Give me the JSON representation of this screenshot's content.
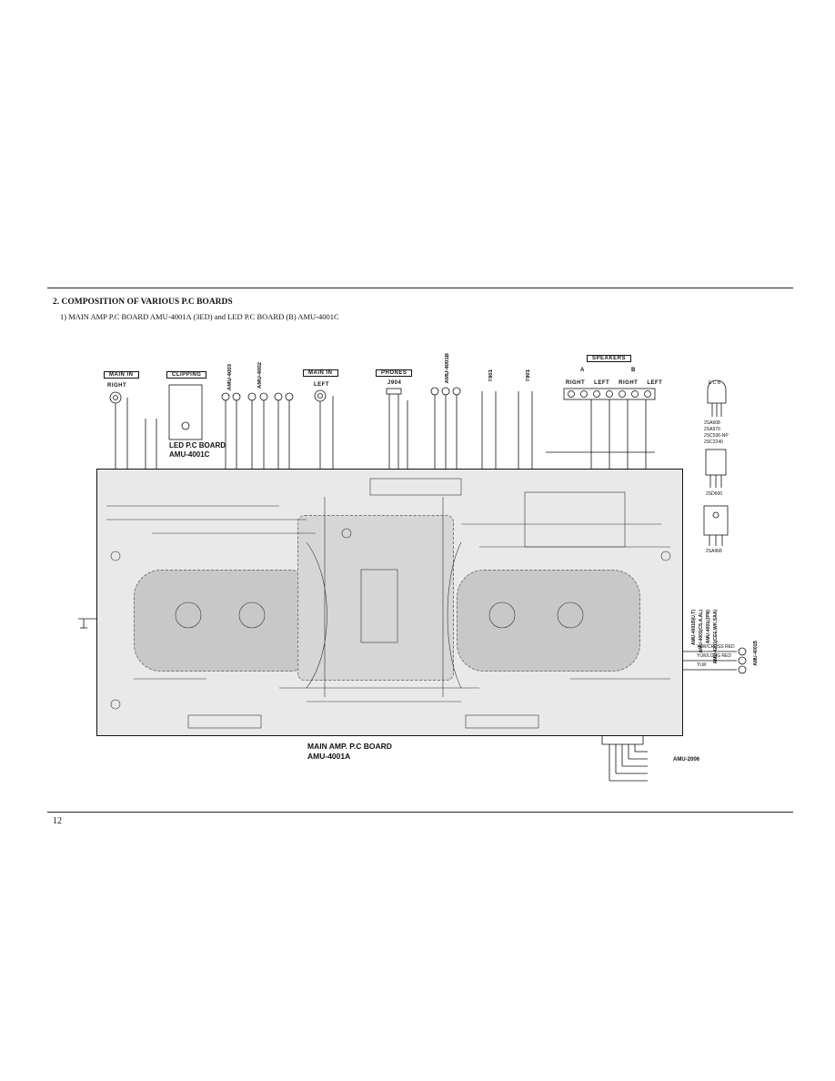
{
  "section": {
    "title": "2. COMPOSITION OF VARIOUS P.C BOARDS",
    "subtitle": "1) MAIN AMP P.C BOARD AMU-4001A (3ED) and LED P.C BOARD (B) AMU-4001C"
  },
  "connectors": {
    "main_in_right_box": "MAIN IN",
    "main_in_right_label": "RIGHT",
    "clipping_box": "CLIPPING",
    "main_in_left_box": "MAIN IN",
    "main_in_left_label": "LEFT",
    "phones_box": "PHONES",
    "phones_jack": "J904",
    "speakers_box": "SPEAKERS",
    "speakers_a": "A",
    "speakers_b": "B",
    "speaker_channels": [
      "RIGHT",
      "LEFT",
      "RIGHT",
      "LEFT"
    ],
    "amu_4003": "AMU-4003",
    "amu_4002": "AMU-4002",
    "amu_4001b": "AMU-4001B",
    "t901_a": "T901",
    "t901_b": "T901"
  },
  "led_board": {
    "line1": "LED P.C BOARD",
    "line2": "AMU-4001C"
  },
  "main_board": {
    "line1": "MAIN AMP. P.C BOARD",
    "line2": "AMU-4001A"
  },
  "transistors": {
    "group1": [
      "2SA608",
      "2SA970",
      "2SC536-NP",
      "2SC2240"
    ],
    "group2": "2SD600",
    "group3": "2SA968",
    "pins": "E C B"
  },
  "side_notes": {
    "models": [
      "AMU-4001B(U,T)",
      "AMU-4001(CS,A,AL)",
      "AMU-4001(JPN)",
      "AMU-4201(CEE,WK,SAA)"
    ],
    "bottom_right_board": "AMU-2006",
    "right_wires": [
      "YLW/CROSS RED",
      "YLW/LONG RED",
      "YLW"
    ]
  },
  "page_number": "12"
}
